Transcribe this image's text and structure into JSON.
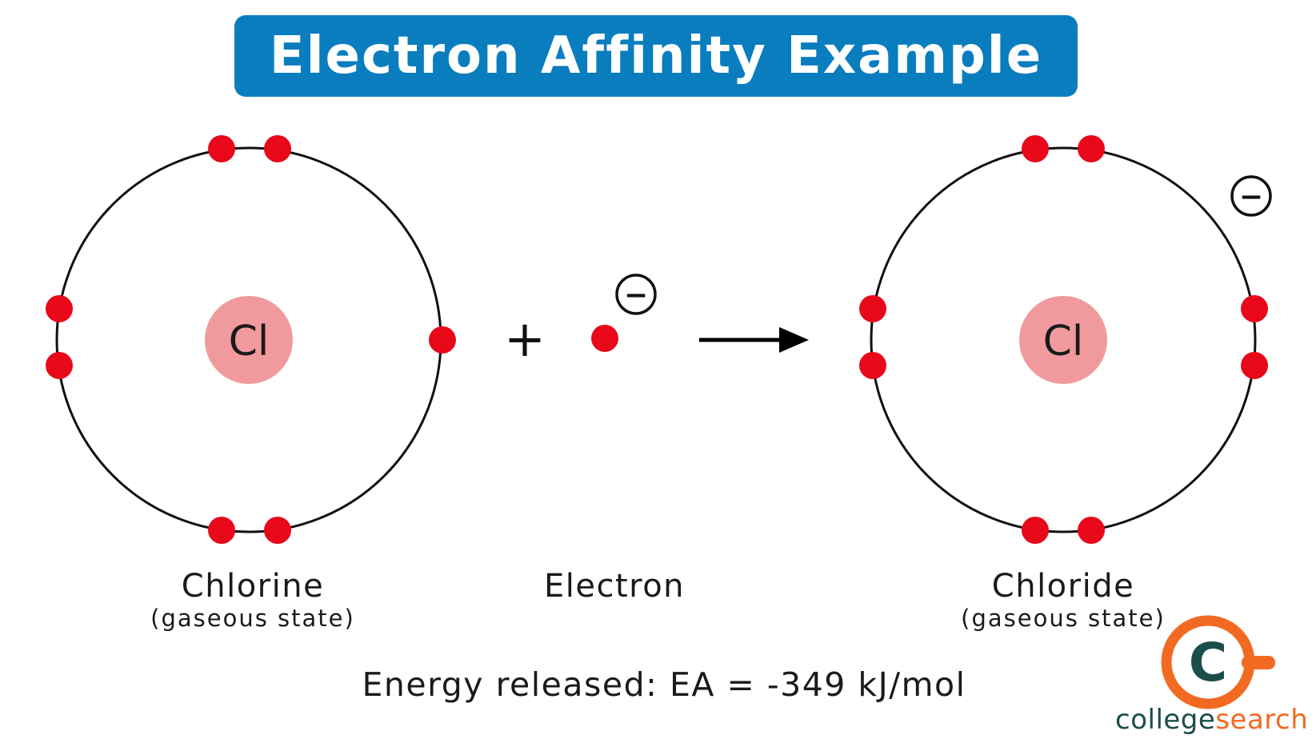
{
  "title": "Electron Affinity Example",
  "left_atom": {
    "symbol": "Cl",
    "name": "Chlorine",
    "state": "(gaseous state)"
  },
  "operator": "+",
  "electron": {
    "name": "Electron",
    "charge_symbol": "−"
  },
  "right_atom": {
    "symbol": "Cl",
    "name": "Chloride",
    "state": "(gaseous state)",
    "charge_symbol": "−"
  },
  "energy_statement": "Energy released: EA = -349 kJ/mol",
  "brand": {
    "logo_letter": "C",
    "name_part1": "college",
    "name_part2": "search"
  },
  "colors": {
    "title_bg": "#0a7dbf",
    "electron": "#e8081a",
    "nucleus": "#f19a9e",
    "brand_orange": "#f26a22",
    "brand_dark": "#1b4d4b"
  }
}
